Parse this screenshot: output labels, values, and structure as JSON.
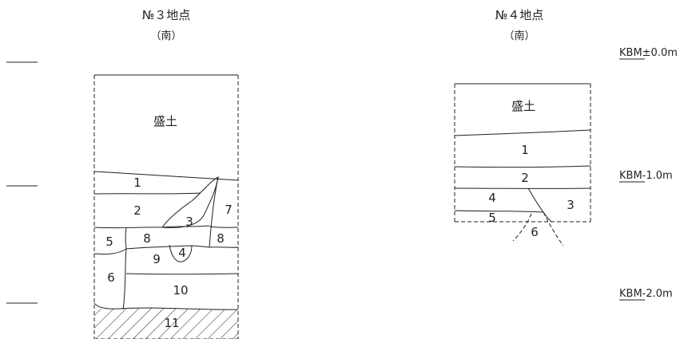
{
  "site3": {
    "title": "№３地点",
    "direction": "（南）",
    "fill_label": "盛土",
    "layers": [
      "1",
      "2",
      "3",
      "4",
      "5",
      "6",
      "7",
      "8",
      "8",
      "9",
      "10",
      "11"
    ]
  },
  "site4": {
    "title": "№４地点",
    "direction": "（南）",
    "fill_label": "盛土",
    "layers": [
      "1",
      "2",
      "3",
      "4",
      "5",
      "6"
    ]
  },
  "levels": [
    "KBM±0.0m",
    "KBM-1.0m",
    "KBM-2.0m"
  ]
}
